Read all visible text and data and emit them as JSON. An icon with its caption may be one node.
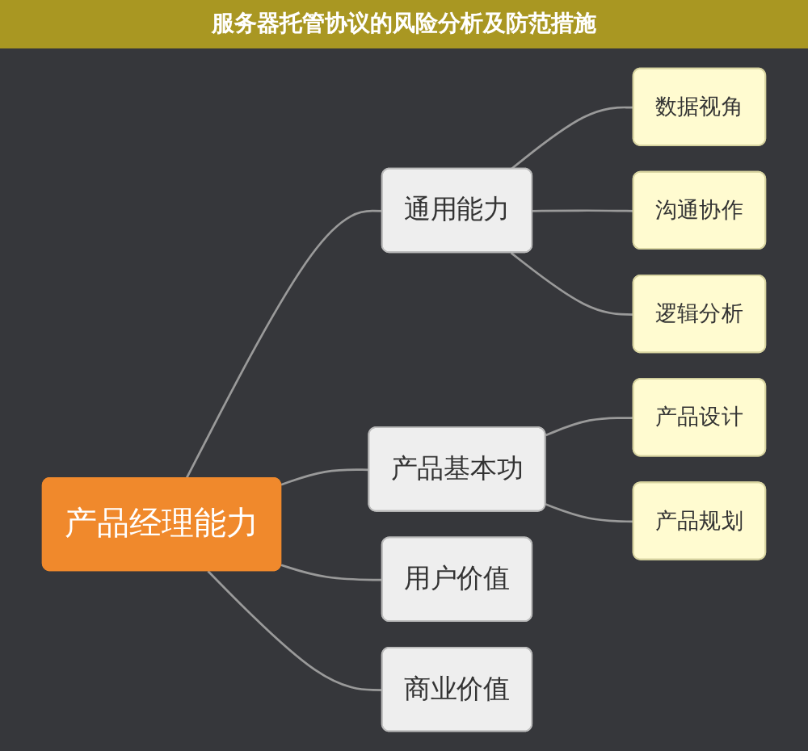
{
  "diagram": {
    "title": "服务器托管协议的风险分析及防范措施",
    "nodes": [
      {
        "text": [
          "产品经理能力"
        ]
      },
      {
        "text": [
          "通用能力"
        ]
      },
      {
        "text": [
          "数据视角"
        ]
      },
      {
        "text": [
          "沟通协作"
        ]
      },
      {
        "text": [
          "逻辑分析"
        ]
      },
      {
        "text": [
          "产品基本功"
        ]
      },
      {
        "text": [
          "产品设计"
        ]
      },
      {
        "text": [
          "产品规划"
        ]
      },
      {
        "text": [
          "用户价值"
        ]
      },
      {
        "text": [
          "商业价值"
        ]
      }
    ],
    "edges": [
      {
        "from": 0,
        "to": 1,
        "arrow": "none"
      },
      {
        "from": 1,
        "to": 2,
        "arrow": "none"
      },
      {
        "from": 1,
        "to": 3,
        "arrow": "none"
      },
      {
        "from": 1,
        "to": 4,
        "arrow": "none"
      },
      {
        "from": 0,
        "to": 5,
        "arrow": "none"
      },
      {
        "from": 5,
        "to": 6,
        "arrow": "none"
      },
      {
        "from": 5,
        "to": 7,
        "arrow": "none"
      },
      {
        "from": 0,
        "to": 8,
        "arrow": "none"
      },
      {
        "from": 0,
        "to": 9,
        "arrow": "none"
      }
    ]
  }
}
